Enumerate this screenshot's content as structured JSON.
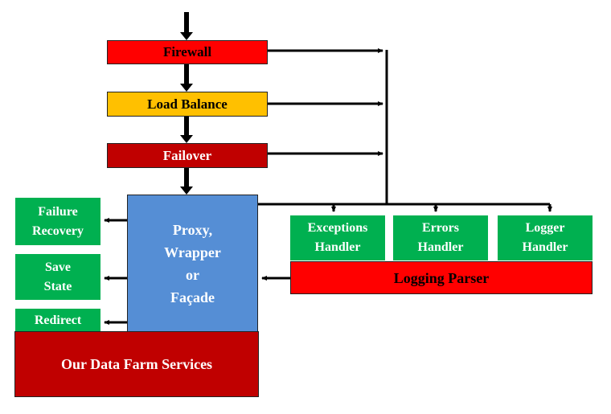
{
  "colors": {
    "red": "#ff0000",
    "amber": "#ffc000",
    "dark_red": "#c00000",
    "green": "#00b050",
    "blue": "#558ed5",
    "black": "#000000"
  },
  "pipeline": {
    "firewall": "Firewall",
    "load_balance": "Load Balance",
    "failover": "Failover"
  },
  "proxy": {
    "line1": "Proxy,",
    "line2": "Wrapper",
    "line3": "or",
    "line4": "Façade"
  },
  "left_actions": {
    "failure_recovery_1": "Failure",
    "failure_recovery_2": "Recovery",
    "save_state_1": "Save",
    "save_state_2": "State",
    "redirect": "Redirect"
  },
  "services": "Our Data Farm Services",
  "handlers": {
    "exceptions_1": "Exceptions",
    "exceptions_2": "Handler",
    "errors_1": "Errors",
    "errors_2": "Handler",
    "logger_1": "Logger",
    "logger_2": "Handler"
  },
  "logging_parser": "Logging Parser"
}
